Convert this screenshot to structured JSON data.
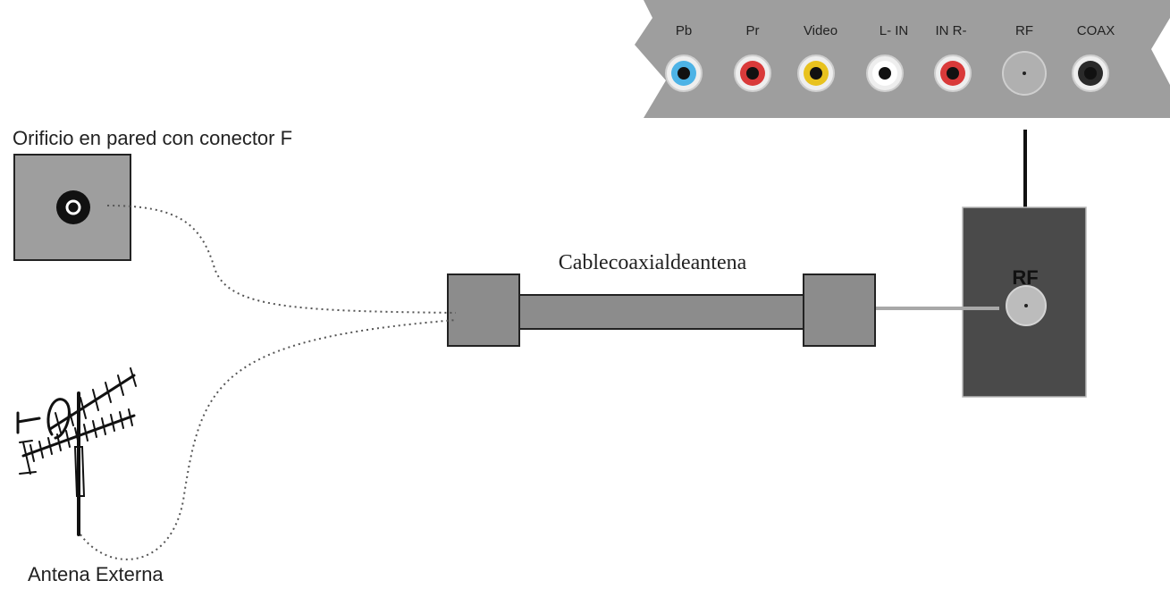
{
  "labels": {
    "wall_outlet": "Orificio en pared con conector F",
    "external_antenna": "Antena Externa",
    "coax_cable": "Cablecoaxialdeantena",
    "rf_port": "RF"
  },
  "panel": {
    "ports": [
      {
        "label": "Pb",
        "color": "#4db3e6"
      },
      {
        "label": "Pr",
        "color": "#d93a3a"
      },
      {
        "label": "Video",
        "color": "#e8c21e"
      },
      {
        "label": "L- IN",
        "color": "#ffffff"
      },
      {
        "label": "IN R-",
        "color": "#d93a3a"
      },
      {
        "label": "RF",
        "color": "#c9c9c9"
      },
      {
        "label": "COAX",
        "color": "#2a2a2a"
      }
    ]
  },
  "colors": {
    "panel_bg": "#9e9e9e",
    "rf_box_bg": "#4a4a4a",
    "connector_gray": "#8c8c8c",
    "arrow": "#111111"
  }
}
